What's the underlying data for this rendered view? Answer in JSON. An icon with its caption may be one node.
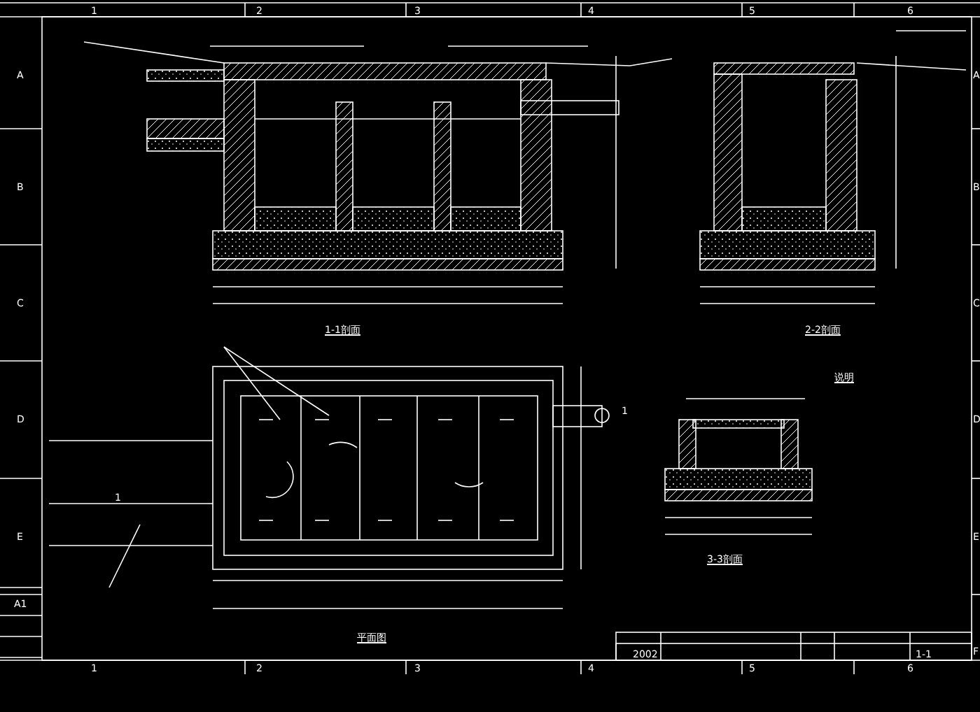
{
  "diagram": {
    "labels": [
      "1",
      "2",
      "3",
      "4",
      "5",
      "6",
      "A",
      "B",
      "C",
      "D",
      "E",
      "A",
      "B",
      "C",
      "D",
      "E",
      "F",
      "1-1剖面",
      "2-2剖面",
      "1",
      "1",
      "说明",
      "3-3剖面",
      "平面图",
      "A1",
      "2002",
      "1-1",
      "1",
      "2",
      "3",
      "4",
      "5",
      "6"
    ]
  }
}
